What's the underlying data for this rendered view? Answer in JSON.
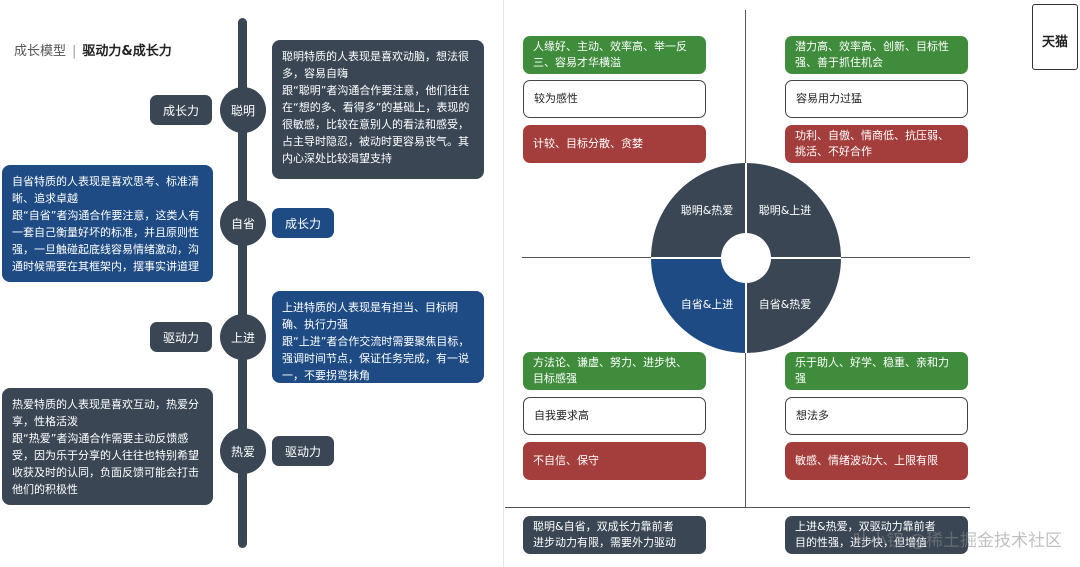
{
  "header": {
    "section": "成长模型",
    "title": "驱动力&成长力"
  },
  "timeline": {
    "nodes": [
      "聪明",
      "自省",
      "上进",
      "热爱"
    ],
    "tags": [
      "成长力",
      "成长力",
      "驱动力",
      "驱动力"
    ],
    "descriptions": {
      "congming": [
        "聪明特质的人表现是喜欢动脑，想法很多，容易自嗨",
        "跟“聪明”者沟通合作要注意，他们往往在“想的多、看得多”的基础上，表现的很敏感，比较在意别人的看法和感受，占主导时隐忍，被动时更容易丧气。其内心深处比较渴望支持"
      ],
      "zixing": [
        "自省特质的人表现是喜欢思考、标准清晰、追求卓越",
        "跟“自省”者沟通合作要注意，这类人有一套自己衡量好坏的标准，并且原则性强，一旦触碰起底线容易情绪激动，沟通时候需要在其框架内，摆事实讲道理"
      ],
      "shangjin": [
        "上进特质的人表现是有担当、目标明确、执行力强",
        "跟“上进”者合作交流时需要聚焦目标，强调时间节点，保证任务完成，有一说一，不要拐弯抹角"
      ],
      "reai": [
        "热爱特质的人表现是喜欢互动，热爱分享，性格活泼",
        "跟“热爱”者沟通合作需要主动反馈感受，因为乐于分享的人往往也特别希望收获及时的认同，负面反馈可能会打击他们的积极性"
      ]
    }
  },
  "quadrants": {
    "top_left": {
      "green": "人缘好、主动、效率高、举一反三、容易才华横溢",
      "white": "较为感性",
      "red": "计较、目标分散、贪婪"
    },
    "top_right": {
      "green": "潜力高、效率高、创新、目标性强、善于抓住机会",
      "white": "容易用力过猛",
      "red": "功利、自傲、情商低、抗压弱、挑活、不好合作"
    },
    "bottom_left": {
      "green": "方法论、谦虚、努力、进步快、目标感强",
      "white": "自我要求高",
      "red": "不自信、保守"
    },
    "bottom_right": {
      "green": "乐于助人、好学、稳重、亲和力强",
      "white": "想法多",
      "red": "敏感、情绪波动大、上限有限"
    },
    "ring": {
      "tl": "聪明&热爱",
      "tr": "聪明&上进",
      "bl": "自省&上进",
      "br": "自省&热爱"
    },
    "footer_left": [
      "聪明&自省，双成长力靠前者",
      "进步动力有限，需要外力驱动"
    ],
    "footer_right": [
      "上进&热爱，双驱动力靠前者",
      "目的性强，进步快，但增值"
    ]
  },
  "badge": "天猫",
  "watermark": "叶小钗 @稀土掘金技术社区",
  "colors": {
    "dark": "#3a4654",
    "blue": "#1e4b84",
    "green": "#3f8d3c",
    "red": "#a43e3c"
  }
}
